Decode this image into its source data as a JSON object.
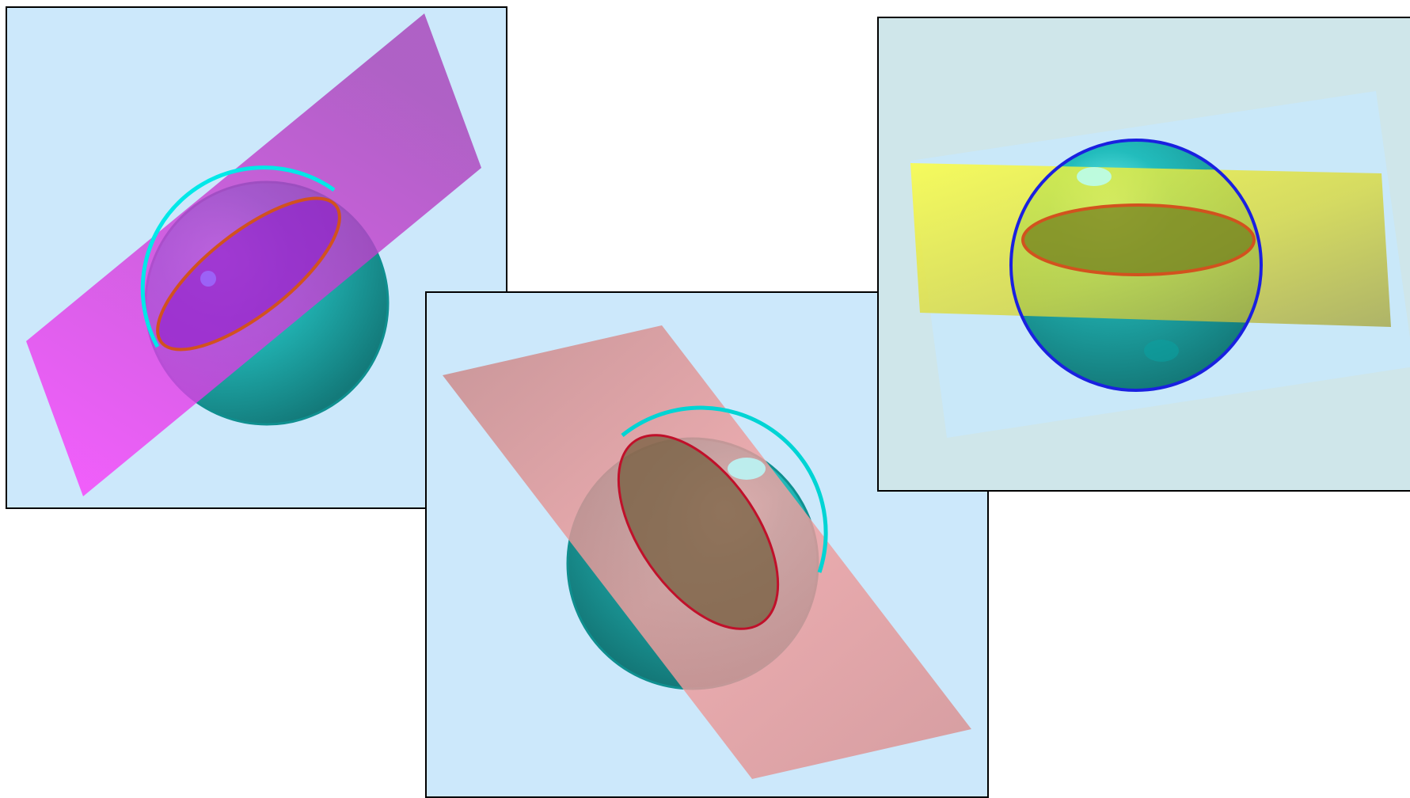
{
  "colors": {
    "page_background": "#ffffff",
    "panel_border": "#000000",
    "panel_background": "#cce8fb",
    "right_panel_background": "#cfe6ea",
    "sphere": "#2ab3b3",
    "sphere_outline": "#00bcbc",
    "magenta_plane": "#d63ad6",
    "pink_plane": "#f4a0a0",
    "yellow_plane": "#e6e64a",
    "tilted_back_plane": "#c8e8fb",
    "intersection_circle_orange": "#d2521e",
    "intersection_circle_red": "#c0102a",
    "sphere_outline_blue": "#1a20e0"
  },
  "panels": [
    {
      "id": "left",
      "content": [
        "sphere-icon",
        "cutting-plane-icon",
        "intersection-circle-icon"
      ]
    },
    {
      "id": "middle",
      "content": [
        "sphere-icon",
        "cutting-plane-icon",
        "intersection-circle-icon"
      ]
    },
    {
      "id": "right",
      "content": [
        "sphere-icon",
        "cutting-plane-icon",
        "intersection-circle-icon"
      ]
    }
  ]
}
